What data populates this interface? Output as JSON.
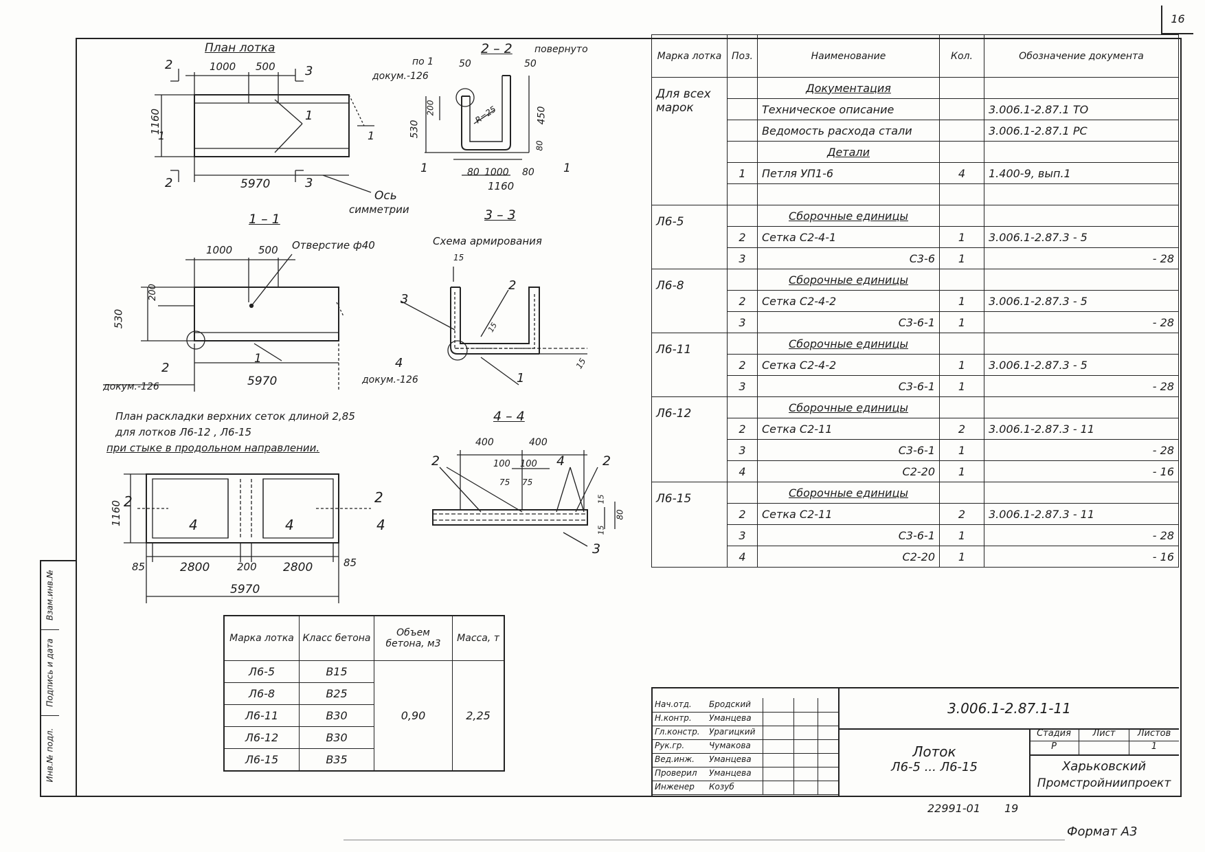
{
  "sheet_number": "16",
  "views": {
    "plan_title": "План лотка",
    "plan_dims": {
      "d1000": "1000",
      "d500": "500",
      "d1160": "1160",
      "d5970": "5970"
    },
    "plan_cuts": {
      "c2": "2",
      "c3": "3",
      "c1": "1",
      "c2b": "2",
      "c3b": "3",
      "cb1": "1",
      "cb1b": "1"
    },
    "plan_pos": "1",
    "axis_label": "Ось",
    "axis_label2": "симметрии",
    "s22_title": "2 – 2",
    "s22_sub": "повернуто",
    "s22_ref1": "по 1",
    "s22_ref2": "докум.-126",
    "s22_dims": {
      "d50a": "50",
      "d50b": "50",
      "d530": "530",
      "d200": "200",
      "d450": "450",
      "d80": "80",
      "d80a": "80",
      "d1000": "1000",
      "d80b": "80",
      "d1160": "1160",
      "r": "R=25"
    },
    "s22_cuts": {
      "c1": "1",
      "c1b": "1"
    },
    "s11_title": "1 – 1",
    "s11_hole": "Отверстие ф40",
    "s11_dims": {
      "d1000": "1000",
      "d500": "500",
      "d200": "200",
      "d530": "530",
      "d5970": "5970"
    },
    "s11_pos2": "2",
    "s11_pos1": "1",
    "s11_ref": "докум.-126",
    "s33_title": "3 – 3",
    "s33_sub": "Схема армирования",
    "s33_dims": {
      "d15a": "15",
      "d15b": "15",
      "d15c": "15"
    },
    "s33_pos": {
      "p3": "3",
      "p2": "2",
      "p4": "4",
      "p1": "1"
    },
    "s33_ref": "докум.-126",
    "layout_title": [
      "План раскладки верхних сеток длиной 2,85",
      "для лотков  Л6-12 , Л6-15",
      "при стыке в продольном направлении."
    ],
    "layout_dims": {
      "d1160": "1160",
      "d85a": "85",
      "d2800a": "2800",
      "d200": "200",
      "d2800b": "2800",
      "d85b": "85",
      "d5970": "5970"
    },
    "layout_marks": {
      "m2a": "2",
      "m2b": "2",
      "m4a": "4",
      "m4b": "4",
      "m4c": "4"
    },
    "s44_title": "4 – 4",
    "s44_dims": {
      "d400a": "400",
      "d400b": "400",
      "d100a": "100",
      "d100b": "100",
      "d75a": "75",
      "d75b": "75",
      "d15a": "15",
      "d80": "80",
      "d15b": "15"
    },
    "s44_pos": {
      "p2a": "2",
      "p4": "4",
      "p2b": "2",
      "p3": "3"
    }
  },
  "spec": {
    "headers": [
      "Марка лотка",
      "Поз.",
      "Наименование",
      "Кол.",
      "Обозначение документа"
    ],
    "rows": [
      {
        "mark": "Для всех марок",
        "items": [
          [
            "",
            "Документация",
            "",
            ""
          ],
          [
            "",
            "Техническое описание",
            "",
            "3.006.1-2.87.1   ТО"
          ],
          [
            "",
            "Ведомость расхода стали",
            "",
            "3.006.1-2.87.1   РС"
          ],
          [
            "",
            "Детали",
            "",
            ""
          ],
          [
            "1",
            "Петля УП1-6",
            "4",
            "1.400-9, вып.1"
          ],
          [
            "",
            "",
            "",
            ""
          ]
        ]
      },
      {
        "mark": "Л6-5",
        "items": [
          [
            "",
            "Сборочные единицы",
            "",
            ""
          ],
          [
            "2",
            "Сетка  С2-4-1",
            "1",
            "3.006.1-2.87.3 - 5"
          ],
          [
            "3",
            "С3-6",
            "1",
            "- 28"
          ]
        ]
      },
      {
        "mark": "Л6-8",
        "items": [
          [
            "",
            "Сборочные единицы",
            "",
            ""
          ],
          [
            "2",
            "Сетка  С2-4-2",
            "1",
            "3.006.1-2.87.3 - 5"
          ],
          [
            "3",
            "С3-6-1",
            "1",
            "- 28"
          ]
        ]
      },
      {
        "mark": "Л6-11",
        "items": [
          [
            "",
            "Сборочные единицы",
            "",
            ""
          ],
          [
            "2",
            "Сетка  С2-4-2",
            "1",
            "3.006.1-2.87.3 - 5"
          ],
          [
            "3",
            "С3-6-1",
            "1",
            "- 28"
          ]
        ]
      },
      {
        "mark": "Л6-12",
        "items": [
          [
            "",
            "Сборочные единицы",
            "",
            ""
          ],
          [
            "2",
            "Сетка  С2-11",
            "2",
            "3.006.1-2.87.3 - 11"
          ],
          [
            "3",
            "С3-6-1",
            "1",
            "- 28"
          ],
          [
            "4",
            "С2-20",
            "1",
            "- 16"
          ]
        ]
      },
      {
        "mark": "Л6-15",
        "items": [
          [
            "",
            "Сборочные единицы",
            "",
            ""
          ],
          [
            "2",
            "Сетка  С2-11",
            "2",
            "3.006.1-2.87.3 - 11"
          ],
          [
            "3",
            "С3-6-1",
            "1",
            "- 28"
          ],
          [
            "4",
            "С2-20",
            "1",
            "- 16"
          ]
        ]
      }
    ]
  },
  "concrete": {
    "headers": [
      "Марка лотка",
      "Класс бетона",
      "Объем бетона, м3",
      "Масса, т"
    ],
    "marks": [
      "Л6-5",
      "Л6-8",
      "Л6-11",
      "Л6-12",
      "Л6-15"
    ],
    "classes": [
      "В15",
      "В25",
      "В30",
      "В30",
      "В35"
    ],
    "volume": "0,90",
    "mass": "2,25"
  },
  "stamp": {
    "roles": [
      [
        "Нач.отд.",
        "Бродский"
      ],
      [
        "Н.контр.",
        "Уманцева"
      ],
      [
        "Гл.констр.",
        "Урагицкий"
      ],
      [
        "Рук.гр.",
        "Чумакова"
      ],
      [
        "Вед.инж.",
        "Уманцева"
      ],
      [
        "Проверил",
        "Уманцева"
      ],
      [
        "Инженер",
        "Козуб"
      ]
    ],
    "code": "3.006.1-2.87.1-11",
    "title1": "Лоток",
    "title2": "Л6-5 ... Л6-15",
    "stage_label": "Стадия",
    "sheet_label": "Лист",
    "sheets_label": "Листов",
    "stage": "Р",
    "sheets": "1",
    "org1": "Харьковский",
    "org2": "Промстройниипроект"
  },
  "side_strip": [
    "Инв.№ подл.",
    "Подпись и дата",
    "Взам.инв.№"
  ],
  "footer": {
    "archive": "22991-01",
    "page": "19",
    "format": "Формат А3"
  }
}
